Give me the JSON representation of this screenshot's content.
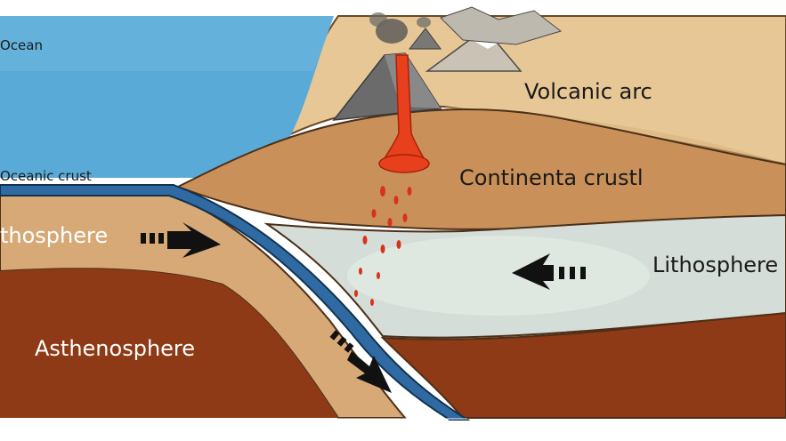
{
  "labels": {
    "ocean": "Ocean",
    "oceanic_crust": "Oceanic crust",
    "volcanic_arc": "Volcanic arc",
    "continental_crust": "Continenta crustl",
    "lithosphere_left": "thosphere",
    "lithosphere_right": "Lithosphere",
    "asthenosphere": "Asthenosphere"
  },
  "colors": {
    "ocean": "#5aa9d6",
    "oceanic_crust": "#2f6aa3",
    "continental_crust": "#c9935a",
    "land_surface": "#e3c08f",
    "lithosphere_oceanic": "#d5a977",
    "lithosphere_continental": "#d3dcd6",
    "asthenosphere": "#8e3a17",
    "magma": "#e8401c",
    "volcano": "#6c6b6b"
  },
  "arrows": [
    {
      "name": "lithosphere-left-arrow",
      "direction": "right"
    },
    {
      "name": "lithosphere-right-arrow",
      "direction": "left"
    },
    {
      "name": "subduction-arrow",
      "direction": "down-right"
    }
  ]
}
